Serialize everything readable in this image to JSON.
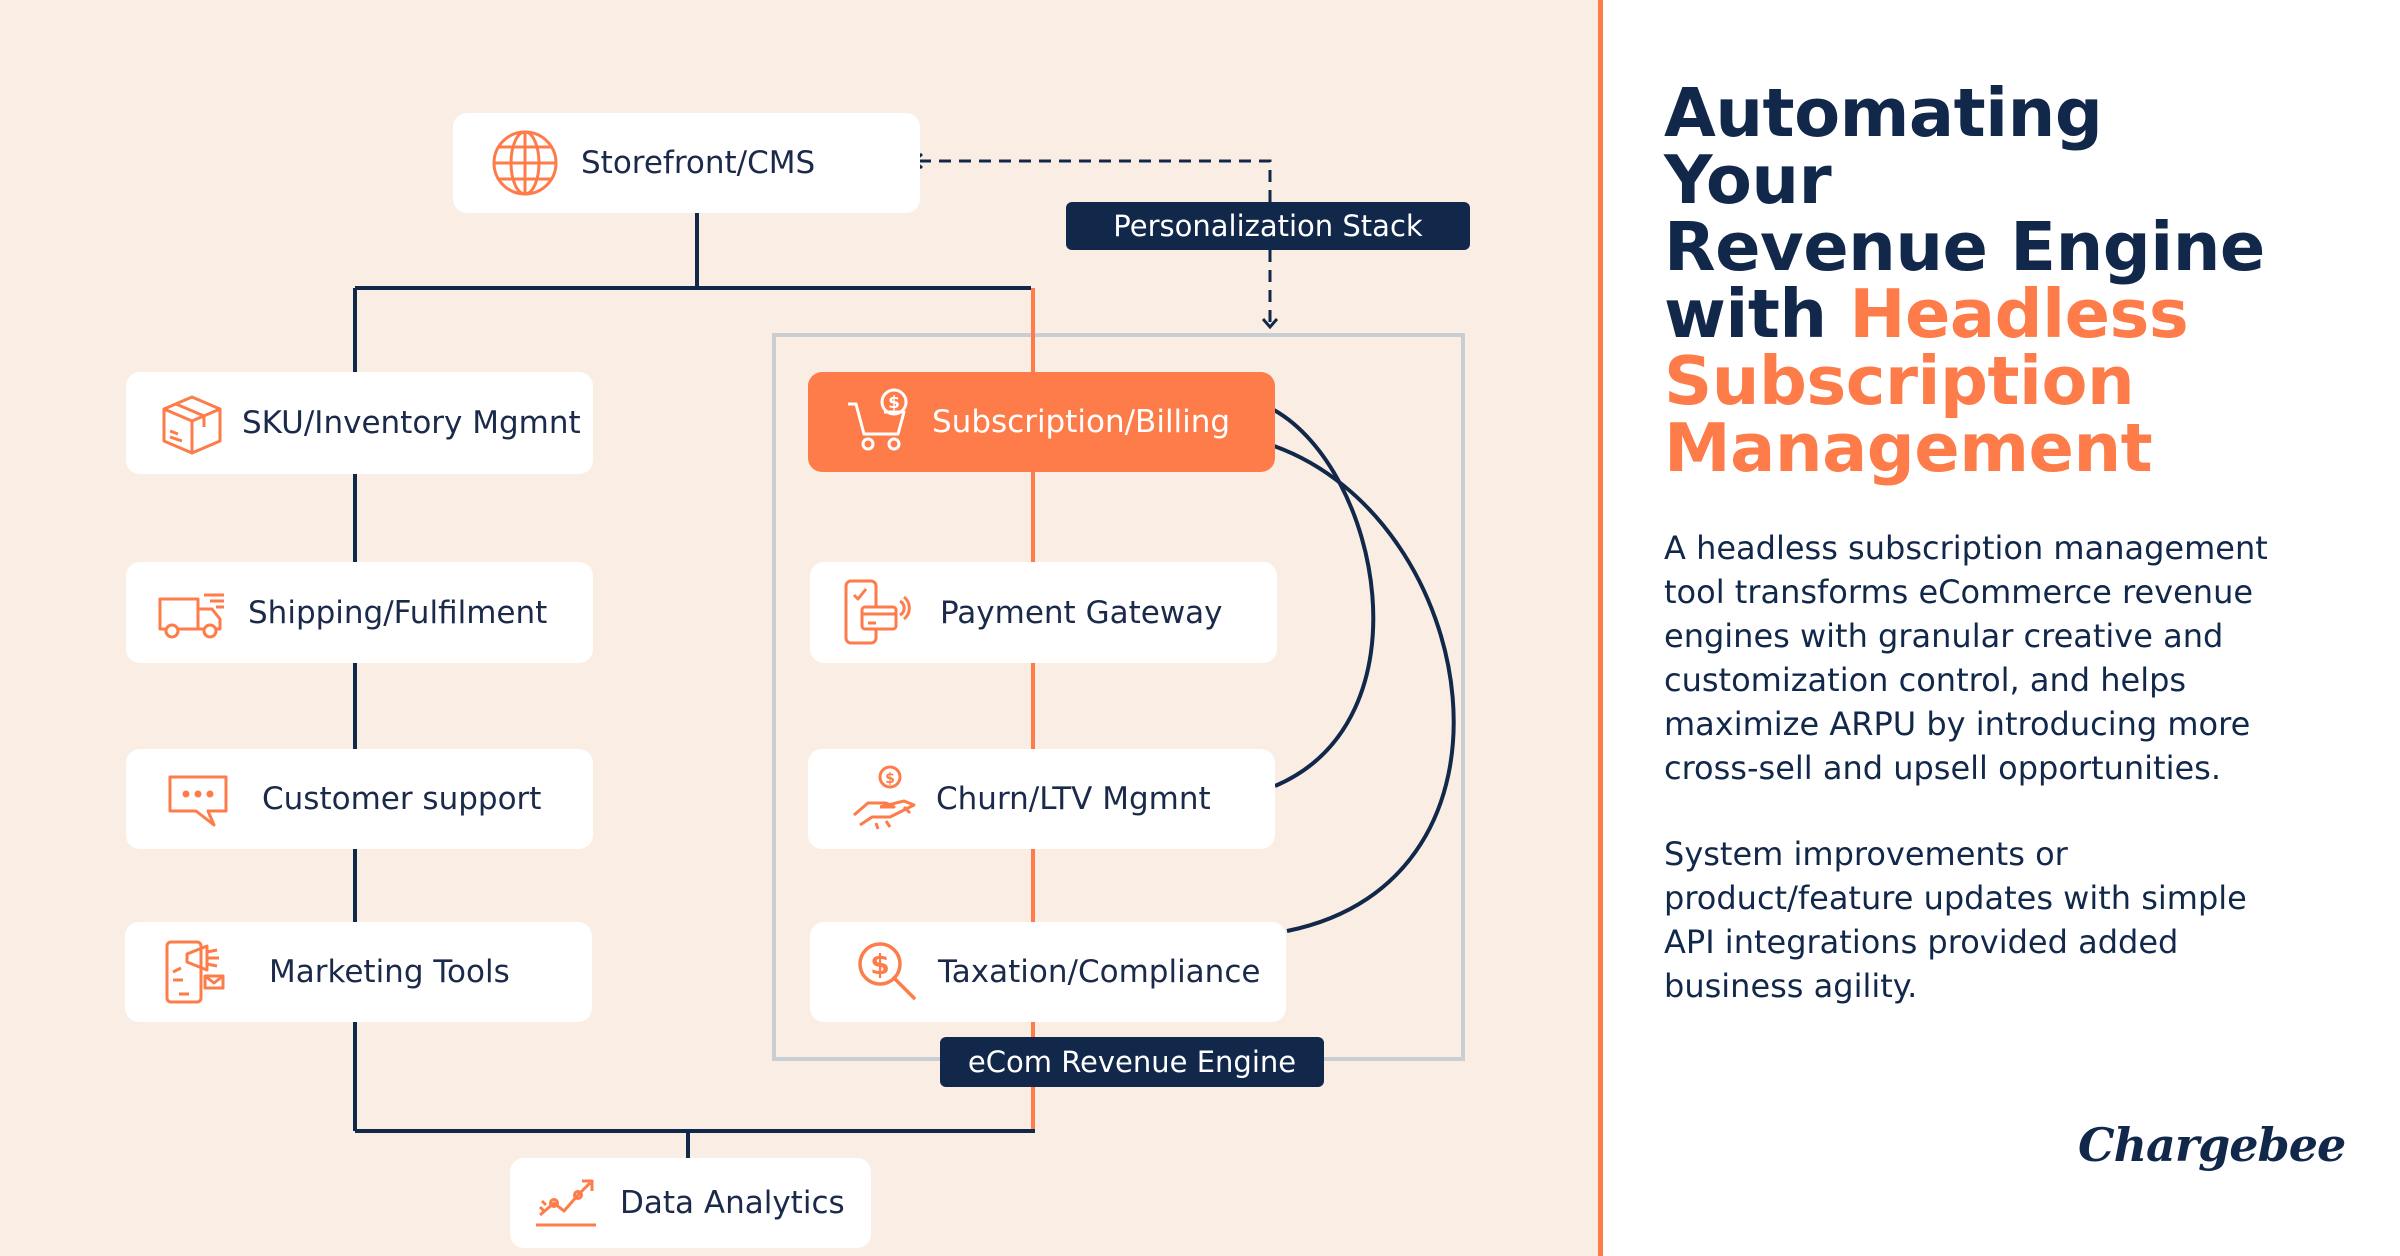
{
  "colors": {
    "panel_bg": "#faeee4",
    "accent": "#fd7c49",
    "navy": "#12284b",
    "card_bg": "#ffffff",
    "engine_border": "#c9ced2"
  },
  "diagram": {
    "storefront": {
      "label": "Storefront/CMS",
      "icon": "globe-icon"
    },
    "personalization_stack": {
      "label": "Personalization Stack"
    },
    "left_stack": [
      {
        "label": "SKU/Inventory Mgmnt",
        "icon": "box-icon"
      },
      {
        "label": "Shipping/Fulfilment",
        "icon": "truck-icon"
      },
      {
        "label": "Customer support",
        "icon": "chat-icon"
      },
      {
        "label": "Marketing Tools",
        "icon": "megaphone-phone-icon"
      }
    ],
    "engine": {
      "label": "eCom Revenue Engine",
      "items": [
        {
          "label": "Subscription/Billing",
          "icon": "cart-dollar-icon",
          "highlighted": true
        },
        {
          "label": "Payment Gateway",
          "icon": "phone-card-icon",
          "highlighted": false
        },
        {
          "label": "Churn/LTV Mgmnt",
          "icon": "hand-coin-icon",
          "highlighted": false
        },
        {
          "label": "Taxation/Compliance",
          "icon": "dollar-search-icon",
          "highlighted": false
        }
      ]
    },
    "data_analytics": {
      "label": "Data Analytics",
      "icon": "chart-line-icon"
    }
  },
  "sidebar": {
    "title_parts": [
      "Automating",
      "Your",
      "Revenue Engine",
      "with"
    ],
    "title_highlight_parts": [
      "Headless",
      "Subscription",
      "Management"
    ],
    "paragraph_1": "A headless subscription management tool transforms eCommerce revenue engines with granular creative and customization control, and helps maximize ARPU by introducing more cross-sell and upsell opportunities.",
    "paragraph_2": "System improvements or product/feature updates with simple API integrations provided added business agility.",
    "logo": "Chargebee"
  }
}
